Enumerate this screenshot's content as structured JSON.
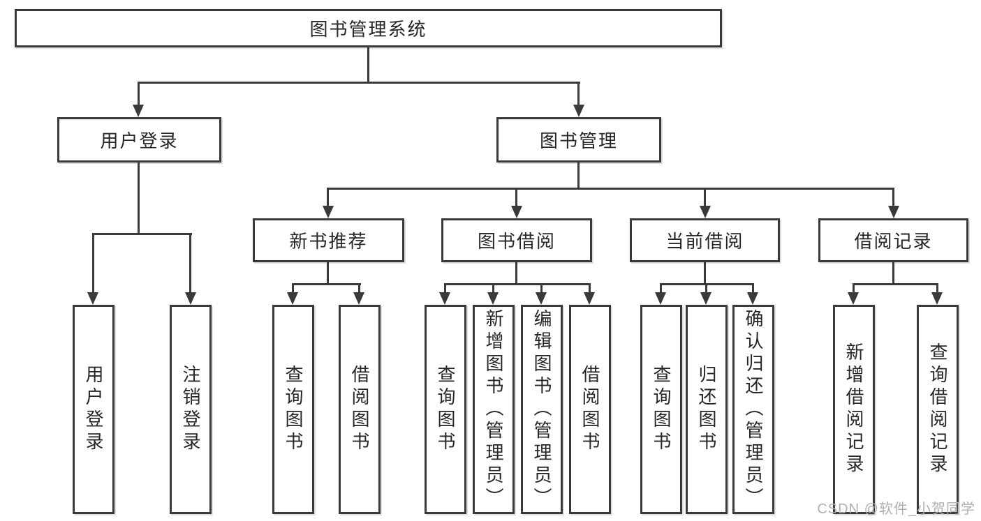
{
  "diagram": {
    "root": {
      "label": "图书管理系统"
    },
    "level2": [
      {
        "label": "用户登录"
      },
      {
        "label": "图书管理"
      }
    ],
    "level3": [
      {
        "label": "新书推荐"
      },
      {
        "label": "图书借阅"
      },
      {
        "label": "当前借阅"
      },
      {
        "label": "借阅记录"
      }
    ],
    "leaves": [
      {
        "label": "用户登录"
      },
      {
        "label": "注销登录"
      },
      {
        "label": "查询图书"
      },
      {
        "label": "借阅图书"
      },
      {
        "label": "查询图书"
      },
      {
        "label": "新增图书（管理员）"
      },
      {
        "label": "编辑图书（管理员）"
      },
      {
        "label": "借阅图书"
      },
      {
        "label": "查询图书"
      },
      {
        "label": "归还图书"
      },
      {
        "label": "确认归还（管理员）"
      },
      {
        "label": "新增借阅记录"
      },
      {
        "label": "查询借阅记录"
      }
    ]
  },
  "watermark": {
    "text": "CSDN @软件_小贺同学"
  },
  "colors": {
    "line": "#3a3a3a",
    "text": "#262626",
    "watermark": "#b2aeae",
    "background": "#ffffff"
  }
}
